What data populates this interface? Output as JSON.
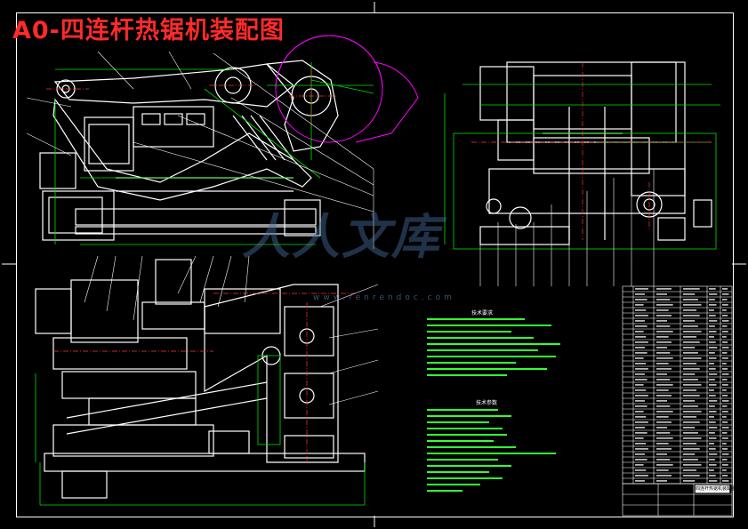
{
  "title": "A0-四连杆热锯机装配图",
  "watermark": {
    "logo_text": "人人文库",
    "url": "www.renrendoc.com"
  },
  "colors": {
    "background": "#000000",
    "title": "#ff2a2a",
    "lines": "#ffffff",
    "dimension": "#00e000",
    "centerline": "#ff3333",
    "blade": "#ff00ff",
    "notes": "#33ff33",
    "watermark": "#4a78b0"
  },
  "views": {
    "front_view": "main-elevation",
    "side_view": "side-elevation",
    "plan_view": "top-plan"
  },
  "tech_requirements": {
    "heading_1": "技术要求",
    "heading_2": "技术参数"
  },
  "title_block": {
    "name": "四连杆热锯机装配图"
  }
}
